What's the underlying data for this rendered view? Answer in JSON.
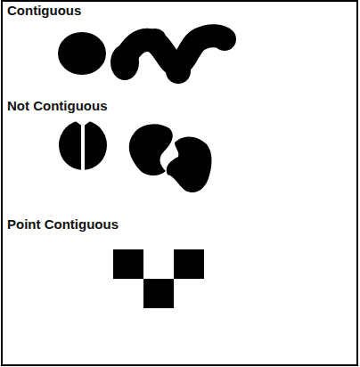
{
  "diagram": {
    "labels": [
      "Contiguous",
      "Not Contiguous",
      "Point Contiguous"
    ]
  }
}
